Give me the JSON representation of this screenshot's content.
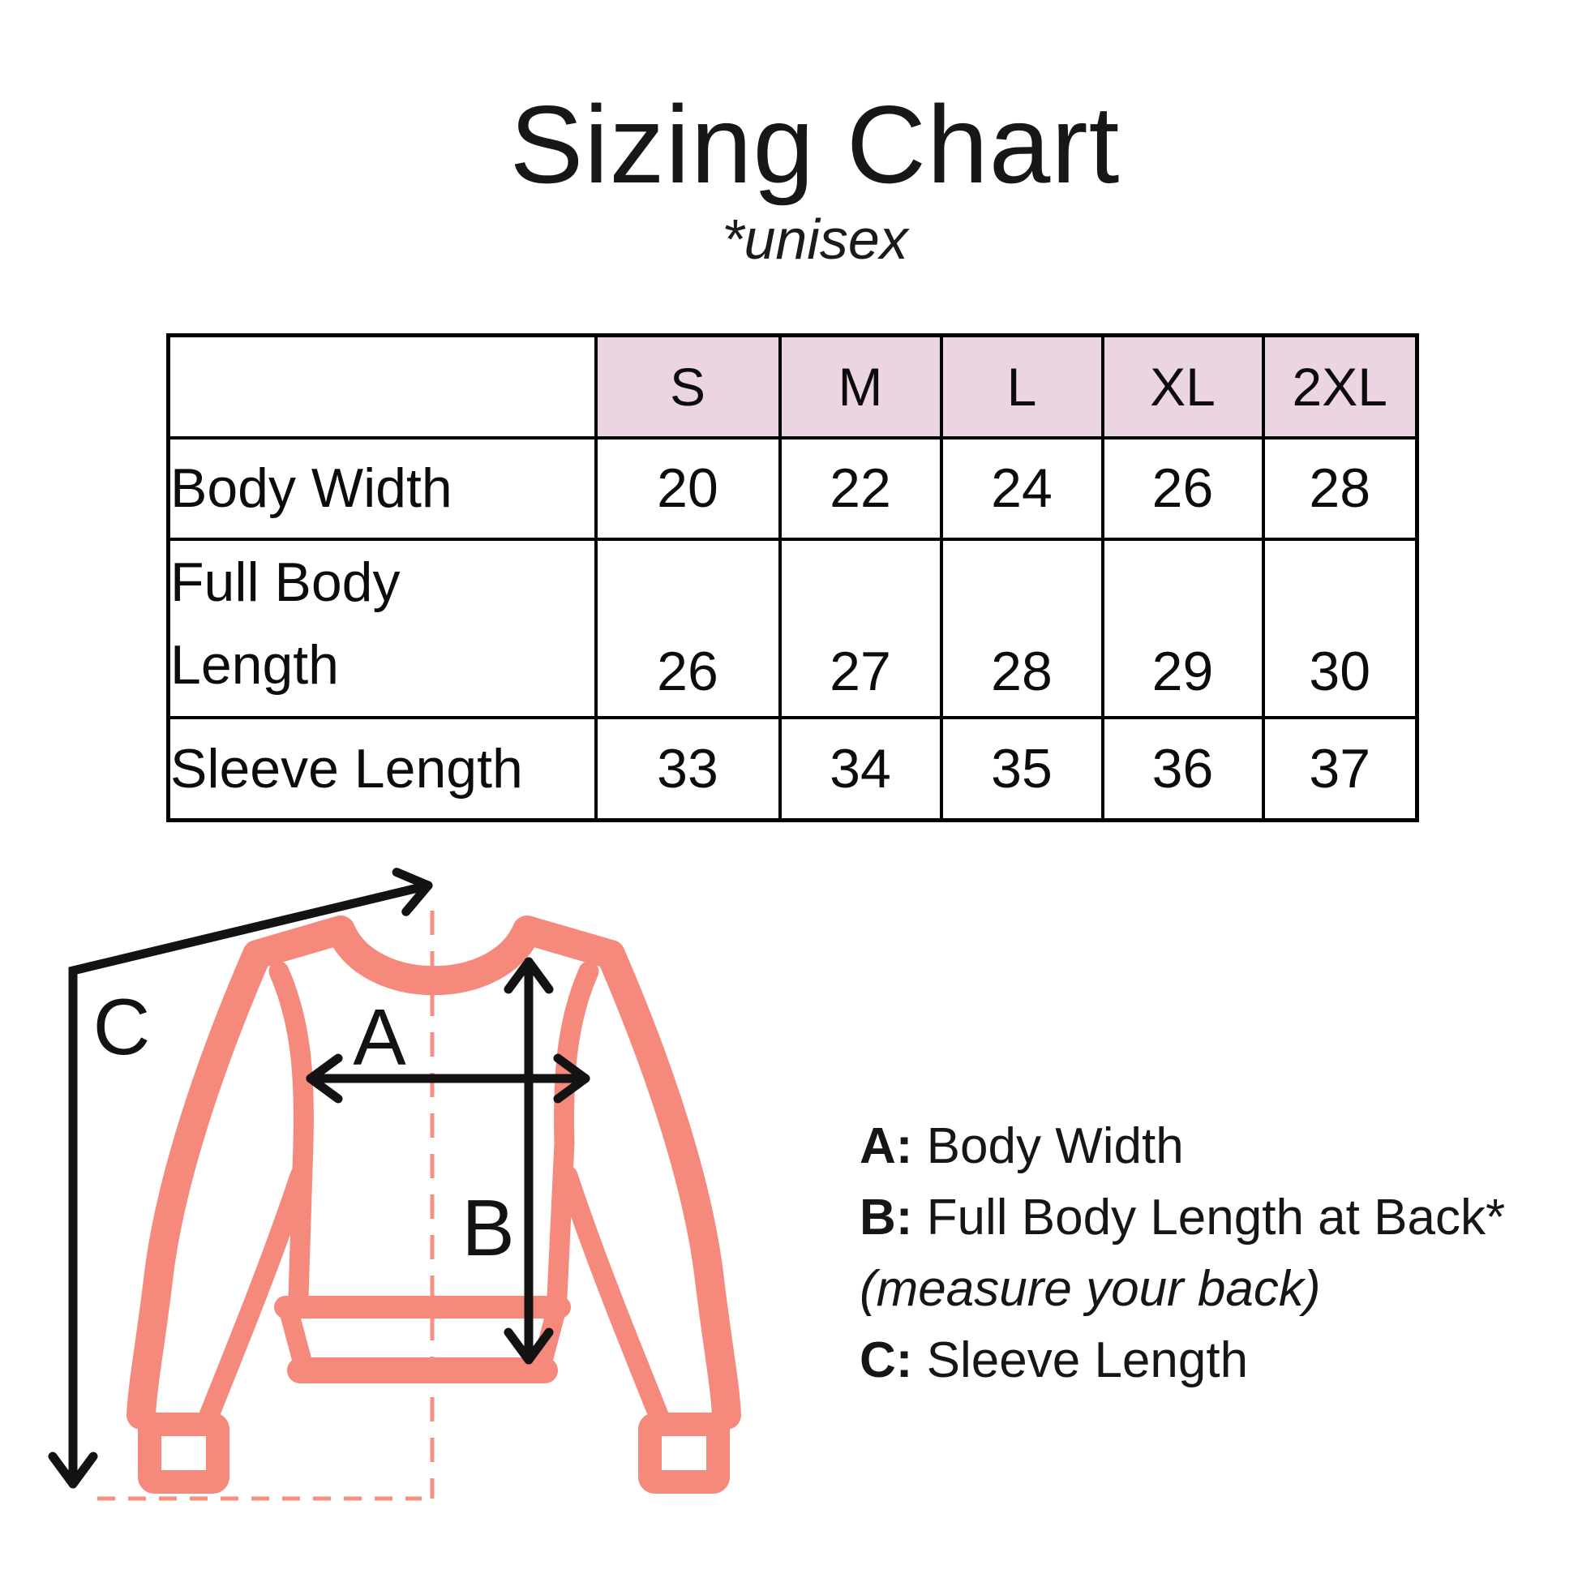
{
  "title": "Sizing Chart",
  "subtitle": "*unisex",
  "colors": {
    "header_pink": "#ECD5E2",
    "sweater_coral": "#F5897B",
    "arrow_ink": "#131313"
  },
  "table": {
    "columns": [
      "",
      "S",
      "M",
      "L",
      "XL",
      "2XL"
    ],
    "rows": [
      {
        "label": "Body Width",
        "values": [
          "20",
          "22",
          "24",
          "26",
          "28"
        ]
      },
      {
        "label_lines": [
          "Full Body",
          "Length"
        ],
        "values": [
          "26",
          "27",
          "28",
          "29",
          "30"
        ]
      },
      {
        "label": "Sleeve Length",
        "values": [
          "33",
          "34",
          "35",
          "36",
          "37"
        ]
      }
    ]
  },
  "diagram": {
    "label_a": "A",
    "label_b": "B",
    "label_c": "C"
  },
  "legend": {
    "items": [
      {
        "prefix": "A:",
        "text": " Body Width",
        "italic": false
      },
      {
        "prefix": "B:",
        "text": " Full Body Length at Back*",
        "italic": false
      },
      {
        "prefix": "",
        "text": "(measure your back)",
        "italic": true
      },
      {
        "prefix": "C:",
        "text": " Sleeve Length",
        "italic": false
      }
    ]
  },
  "chart_data": {
    "type": "table",
    "title": "Sizing Chart",
    "subtitle": "*unisex",
    "columns": [
      "S",
      "M",
      "L",
      "XL",
      "2XL"
    ],
    "rows": [
      {
        "label": "Body Width",
        "values": [
          20,
          22,
          24,
          26,
          28
        ]
      },
      {
        "label": "Full Body Length",
        "values": [
          26,
          27,
          28,
          29,
          30
        ]
      },
      {
        "label": "Sleeve Length",
        "values": [
          33,
          34,
          35,
          36,
          37
        ]
      }
    ],
    "notes": [
      "A: Body Width",
      "B: Full Body Length at Back* (measure your back)",
      "C: Sleeve Length"
    ]
  }
}
